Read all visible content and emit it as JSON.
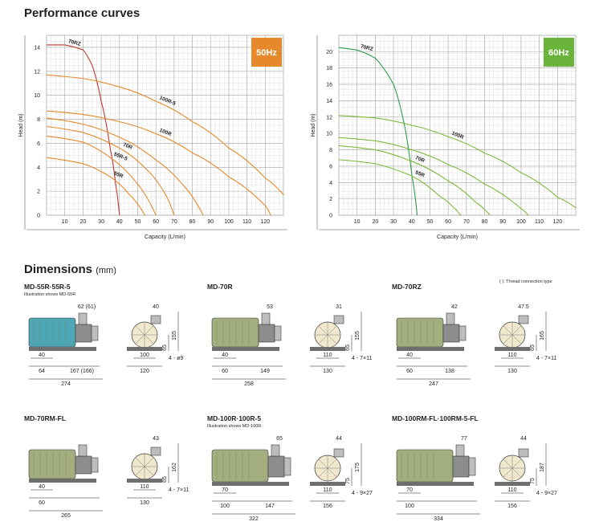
{
  "title": "Performance curves",
  "dim_title": "Dimensions",
  "dim_unit": "(mm)",
  "thread_note": "(  ): Thread connection type",
  "chart_data": [
    {
      "type": "line",
      "badge": "50Hz",
      "badge_color": "#e5892a",
      "xlabel": "Capacity (L/min)",
      "ylabel": "Head (m)",
      "xlim": [
        0,
        130
      ],
      "ylim": [
        0,
        15
      ],
      "xticks": [
        10,
        20,
        30,
        40,
        50,
        60,
        70,
        80,
        90,
        100,
        110,
        120
      ],
      "yticks": [
        0,
        2,
        4,
        6,
        8,
        10,
        12,
        14
      ],
      "grid": true,
      "series": [
        {
          "name": "70RZ",
          "color": "#c0392b",
          "points": [
            [
              0,
              14.2
            ],
            [
              10,
              14.2
            ],
            [
              20,
              13.8
            ],
            [
              25,
              12.5
            ],
            [
              30,
              9.5
            ],
            [
              35,
              5.5
            ],
            [
              38,
              2.5
            ],
            [
              40,
              0
            ]
          ]
        },
        {
          "name": "100R-5",
          "color": "#e5892a",
          "points": [
            [
              0,
              11.7
            ],
            [
              20,
              11.4
            ],
            [
              40,
              10.7
            ],
            [
              60,
              9.5
            ],
            [
              80,
              7.8
            ],
            [
              100,
              5.6
            ],
            [
              120,
              3.1
            ],
            [
              130,
              1.7
            ]
          ]
        },
        {
          "name": "100R",
          "color": "#e5892a",
          "points": [
            [
              0,
              8.7
            ],
            [
              20,
              8.4
            ],
            [
              40,
              7.8
            ],
            [
              60,
              6.8
            ],
            [
              80,
              5.2
            ],
            [
              100,
              3.2
            ],
            [
              120,
              0.8
            ],
            [
              123,
              0
            ]
          ]
        },
        {
          "name": "",
          "color": "#e5892a",
          "points": [
            [
              0,
              8.1
            ],
            [
              20,
              7.6
            ],
            [
              40,
              6.5
            ],
            [
              60,
              4.6
            ],
            [
              75,
              2.5
            ],
            [
              86,
              0
            ]
          ]
        },
        {
          "name": "70R",
          "color": "#e5892a",
          "points": [
            [
              0,
              7.4
            ],
            [
              20,
              6.9
            ],
            [
              40,
              5.6
            ],
            [
              55,
              3.8
            ],
            [
              65,
              1.8
            ],
            [
              70,
              0
            ]
          ]
        },
        {
          "name": "55R-5",
          "color": "#e5892a",
          "points": [
            [
              0,
              6.6
            ],
            [
              20,
              6.1
            ],
            [
              35,
              4.8
            ],
            [
              50,
              2.6
            ],
            [
              60,
              0
            ]
          ]
        },
        {
          "name": "55R",
          "color": "#e5892a",
          "points": [
            [
              0,
              4.8
            ],
            [
              20,
              4.3
            ],
            [
              35,
              3.2
            ],
            [
              45,
              1.8
            ],
            [
              54,
              0
            ]
          ]
        }
      ]
    },
    {
      "type": "line",
      "badge": "60Hz",
      "badge_color": "#6bb43b",
      "xlabel": "Capacity (L/min)",
      "ylabel": "Head (m)",
      "xlim": [
        0,
        130
      ],
      "ylim": [
        0,
        22
      ],
      "xticks": [
        10,
        20,
        30,
        40,
        50,
        60,
        70,
        80,
        90,
        100,
        110,
        120
      ],
      "yticks": [
        0,
        2,
        4,
        6,
        8,
        10,
        12,
        14,
        16,
        18,
        20
      ],
      "grid": true,
      "series": [
        {
          "name": "70RZ",
          "color": "#2e9e4a",
          "points": [
            [
              0,
              20.5
            ],
            [
              10,
              20.2
            ],
            [
              20,
              19.2
            ],
            [
              30,
              16.0
            ],
            [
              36,
              11.0
            ],
            [
              40,
              5.0
            ],
            [
              43,
              0
            ]
          ]
        },
        {
          "name": "100R",
          "color": "#7cbb3c",
          "points": [
            [
              0,
              12.2
            ],
            [
              20,
              11.9
            ],
            [
              40,
              11.0
            ],
            [
              60,
              9.6
            ],
            [
              80,
              7.6
            ],
            [
              100,
              5.2
            ],
            [
              120,
              2.2
            ],
            [
              130,
              0.9
            ]
          ]
        },
        {
          "name": "",
          "color": "#7cbb3c",
          "points": [
            [
              0,
              9.5
            ],
            [
              20,
              9.1
            ],
            [
              40,
              8.0
            ],
            [
              60,
              6.2
            ],
            [
              80,
              3.8
            ],
            [
              100,
              0.8
            ],
            [
              104,
              0
            ]
          ]
        },
        {
          "name": "70R",
          "color": "#7cbb3c",
          "points": [
            [
              0,
              8.5
            ],
            [
              20,
              8.0
            ],
            [
              40,
              6.6
            ],
            [
              60,
              4.2
            ],
            [
              75,
              1.6
            ],
            [
              83,
              0
            ]
          ]
        },
        {
          "name": "55R",
          "color": "#7cbb3c",
          "points": [
            [
              0,
              6.8
            ],
            [
              20,
              6.3
            ],
            [
              40,
              4.8
            ],
            [
              55,
              2.4
            ],
            [
              67,
              0
            ]
          ]
        }
      ]
    }
  ],
  "models": [
    {
      "title": "MD-55R·55R-5",
      "sub": "Illustration shows MD-55R",
      "motor_color": "#4fa6b5",
      "top_left": "62 (61)",
      "top_right": "40",
      "mid_a": "40",
      "mid_b": "64",
      "mid_c": "167 (166)",
      "total": "274",
      "r_a": "100",
      "r_b": "120",
      "h1": "65",
      "h2": "155",
      "bolt": "4 - ø9"
    },
    {
      "title": "MD-70R",
      "sub": "",
      "motor_color": "#a3ae7f",
      "top_left": "53",
      "top_right": "31",
      "mid_a": "40",
      "mid_b": "60",
      "mid_c": "149",
      "total": "258",
      "r_a": "110",
      "r_b": "130",
      "h1": "65",
      "h2": "155",
      "bolt": "4 - 7×11"
    },
    {
      "title": "MD-70RZ",
      "sub": "",
      "motor_color": "#a3ae7f",
      "top_left": "42",
      "top_right": "47.5",
      "mid_a": "40",
      "mid_b": "60",
      "mid_c": "138",
      "total": "247",
      "r_a": "110",
      "r_b": "130",
      "h1": "65",
      "h2": "165",
      "bolt": "4 - 7×11"
    },
    {
      "title": "MD-70RM-FL",
      "sub": "",
      "motor_color": "#a3ae7f",
      "top_left": "",
      "top_right": "43",
      "mid_a": "40",
      "mid_b": "60",
      "mid_c": "",
      "total": "265",
      "r_a": "110",
      "r_b": "130",
      "h1": "65",
      "h2": "162",
      "bolt": "4 - 7×11"
    },
    {
      "title": "MD-100R·100R-5",
      "sub": "Illustration shows MD-100R",
      "motor_color": "#a3ae7f",
      "top_left": "65",
      "top_right": "44",
      "mid_a": "70",
      "mid_b": "100",
      "mid_c": "147",
      "total": "322",
      "r_a": "110",
      "r_b": "156",
      "h1": "75",
      "h2": "175",
      "bolt": "4 - 9×27"
    },
    {
      "title": "MD-100RM-FL·100RM-5-FL",
      "sub": "",
      "motor_color": "#a3ae7f",
      "top_left": "77",
      "top_right": "44",
      "mid_a": "70",
      "mid_b": "100",
      "mid_c": "",
      "total": "334",
      "r_a": "110",
      "r_b": "156",
      "h1": "75",
      "h2": "187",
      "bolt": "4 - 9×27"
    }
  ]
}
